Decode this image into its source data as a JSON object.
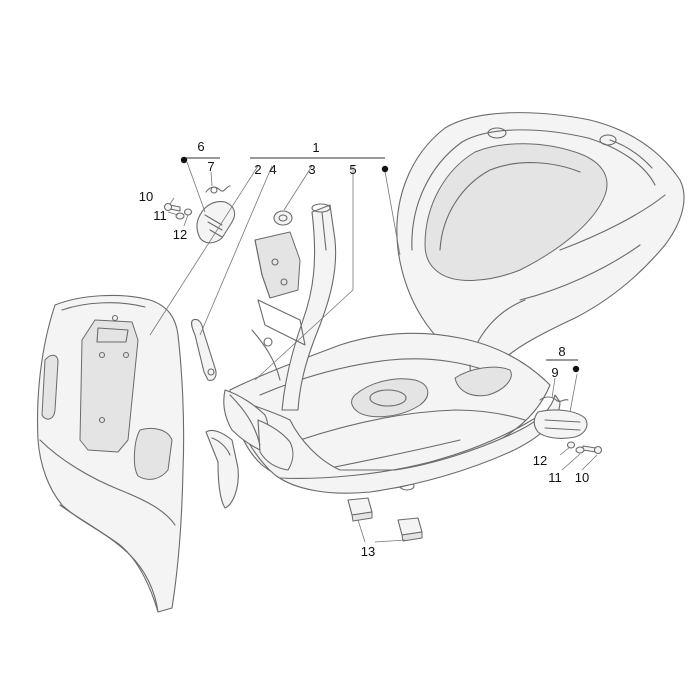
{
  "callouts": [
    {
      "id": "1",
      "text": "1"
    },
    {
      "id": "2",
      "text": "2"
    },
    {
      "id": "3",
      "text": "3"
    },
    {
      "id": "4",
      "text": "4"
    },
    {
      "id": "5",
      "text": "5"
    },
    {
      "id": "6",
      "text": "6"
    },
    {
      "id": "7",
      "text": "7"
    },
    {
      "id": "8",
      "text": "8"
    },
    {
      "id": "9",
      "text": "9"
    },
    {
      "id": "10a",
      "text": "10"
    },
    {
      "id": "11a",
      "text": "11"
    },
    {
      "id": "12a",
      "text": "12"
    },
    {
      "id": "10b",
      "text": "10"
    },
    {
      "id": "11b",
      "text": "11"
    },
    {
      "id": "12b",
      "text": "12"
    },
    {
      "id": "13",
      "text": "13"
    }
  ],
  "colors": {
    "line": "#6a6a6a",
    "label": "#111111",
    "background": "#ffffff"
  }
}
